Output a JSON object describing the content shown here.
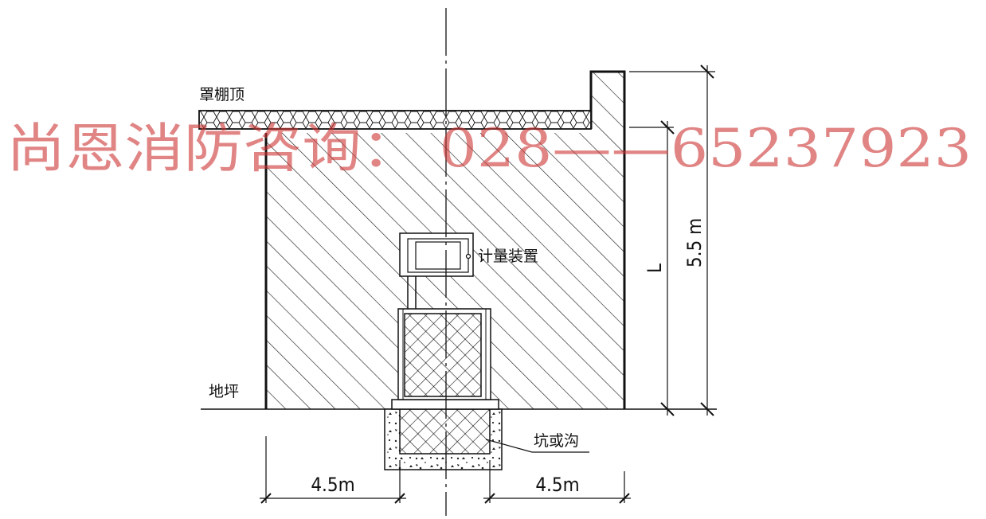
{
  "labels": {
    "canopy_top": "罩棚顶",
    "metering_device": "计量装置",
    "ground_level": "地坪",
    "pit_or_trench": "坑或沟"
  },
  "dimensions": {
    "left_clearance": "4.5m",
    "right_clearance": "4.5m",
    "height_total": "5.5 m",
    "height_L": "L"
  },
  "watermark": {
    "text": "尚恩消防咨询： 028——65237923",
    "color": "#cc3333"
  }
}
